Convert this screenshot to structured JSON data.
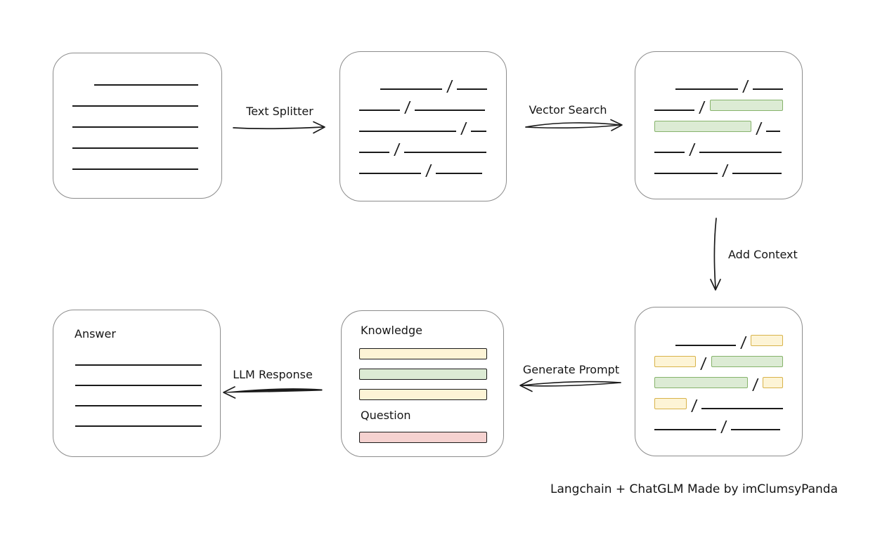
{
  "caption": "Langchain + ChatGLM Made by imClumsyPanda",
  "slash": "/",
  "colors": {
    "box_border": "#8c8c8c",
    "line": "#1b1b1b",
    "green_fill": "#dcebd4",
    "green_border": "#86b36b",
    "yellow_fill": "#fdf4d6",
    "yellow_border": "#d8b34a",
    "red_fill": "#f5d2d0",
    "red_border": "#bf5b58"
  },
  "arrows": {
    "text_splitter": "Text Splitter",
    "vector_search": "Vector Search",
    "add_context": "Add Context",
    "generate_prompt": "Generate Prompt",
    "llm_response": "LLM Response"
  },
  "boxes": {
    "source_document": {
      "rows": [
        [
          {
            "t": "line",
            "w": 148,
            "indent": 31
          }
        ],
        [
          {
            "t": "line",
            "w": 179
          }
        ],
        [
          {
            "t": "line",
            "w": 179
          }
        ],
        [
          {
            "t": "line",
            "w": 179
          }
        ],
        [
          {
            "t": "line",
            "w": 179
          }
        ]
      ]
    },
    "split_text": {
      "rows": [
        [
          {
            "t": "line",
            "w": 88,
            "indent": 30
          },
          {
            "t": "slash"
          },
          {
            "t": "line",
            "w": 43
          }
        ],
        [
          {
            "t": "line",
            "w": 58
          },
          {
            "t": "slash"
          },
          {
            "t": "line",
            "w": 100
          }
        ],
        [
          {
            "t": "line",
            "w": 138
          },
          {
            "t": "slash"
          },
          {
            "t": "line",
            "w": 22
          }
        ],
        [
          {
            "t": "line",
            "w": 43
          },
          {
            "t": "slash"
          },
          {
            "t": "line",
            "w": 117
          }
        ],
        [
          {
            "t": "line",
            "w": 88
          },
          {
            "t": "slash"
          },
          {
            "t": "line",
            "w": 66
          }
        ]
      ]
    },
    "vector_matches": {
      "rows": [
        [
          {
            "t": "line",
            "w": 90,
            "indent": 30
          },
          {
            "t": "slash"
          },
          {
            "t": "line",
            "w": 43
          }
        ],
        [
          {
            "t": "line",
            "w": 58
          },
          {
            "t": "slash"
          },
          {
            "t": "chunk",
            "c": "green",
            "w": 105
          }
        ],
        [
          {
            "t": "chunk",
            "c": "green",
            "w": 138
          },
          {
            "t": "slash"
          },
          {
            "t": "line",
            "w": 20
          }
        ],
        [
          {
            "t": "line",
            "w": 43
          },
          {
            "t": "slash"
          },
          {
            "t": "line",
            "w": 117
          }
        ],
        [
          {
            "t": "line",
            "w": 90
          },
          {
            "t": "slash"
          },
          {
            "t": "line",
            "w": 70
          }
        ]
      ]
    },
    "context_chunks": {
      "rows": [
        [
          {
            "t": "line",
            "w": 90,
            "indent": 30
          },
          {
            "t": "slash"
          },
          {
            "t": "chunk",
            "c": "yellow",
            "w": 48
          }
        ],
        [
          {
            "t": "chunk",
            "c": "yellow",
            "w": 61
          },
          {
            "t": "slash"
          },
          {
            "t": "chunk",
            "c": "green",
            "w": 105
          }
        ],
        [
          {
            "t": "chunk",
            "c": "green",
            "w": 138
          },
          {
            "t": "slash"
          },
          {
            "t": "chunk",
            "c": "yellow",
            "w": 30
          }
        ],
        [
          {
            "t": "chunk",
            "c": "yellow",
            "w": 46
          },
          {
            "t": "slash"
          },
          {
            "t": "line",
            "w": 117
          }
        ],
        [
          {
            "t": "line",
            "w": 88
          },
          {
            "t": "slash"
          },
          {
            "t": "line",
            "w": 70
          }
        ]
      ]
    },
    "prompt": {
      "knowledge_label": "Knowledge",
      "question_label": "Question",
      "knowledge_bars": [
        "yellow",
        "green",
        "yellow"
      ],
      "question_bars": [
        "red"
      ]
    },
    "answer": {
      "label": "Answer",
      "lines": 4
    }
  }
}
